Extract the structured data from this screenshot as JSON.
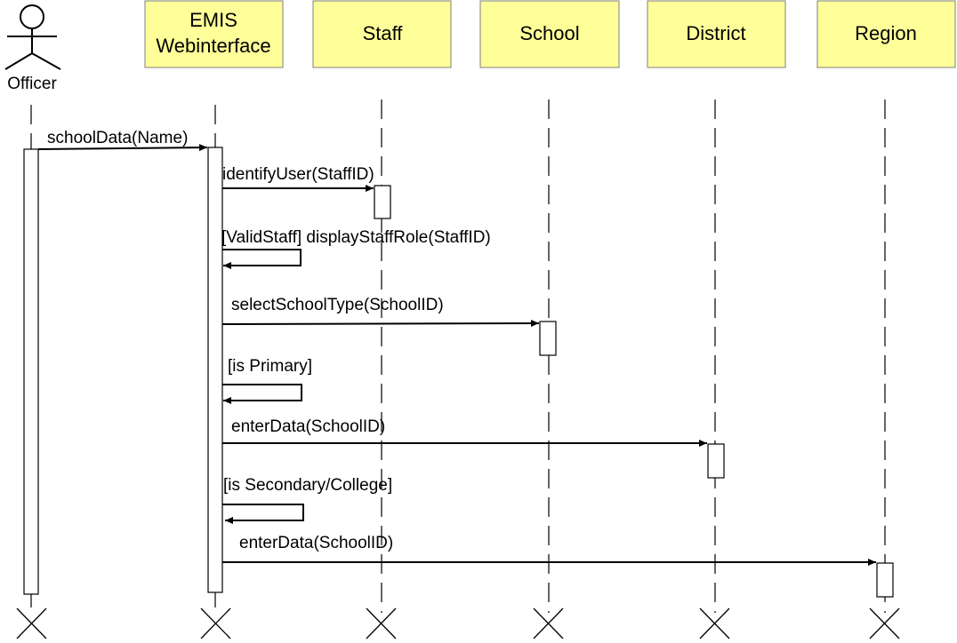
{
  "actor": {
    "label": "Officer"
  },
  "participants": [
    {
      "label_lines": [
        "EMIS",
        "Webinterface"
      ]
    },
    {
      "label_lines": [
        "Staff"
      ]
    },
    {
      "label_lines": [
        "School"
      ]
    },
    {
      "label_lines": [
        "District"
      ]
    },
    {
      "label_lines": [
        "Region"
      ]
    }
  ],
  "messages": [
    {
      "label": "schoolData(Name)",
      "from": "Officer",
      "to": "EMIS Webinterface"
    },
    {
      "label": "identifyUser(StaffID)",
      "from": "EMIS Webinterface",
      "to": "Staff"
    },
    {
      "label": "[ValidStaff] displayStaffRole(StaffID)",
      "from": "EMIS Webinterface",
      "to": "EMIS Webinterface"
    },
    {
      "label": "selectSchoolType(SchoolID)",
      "from": "EMIS Webinterface",
      "to": "School"
    },
    {
      "label": "[is Primary]",
      "from": "EMIS Webinterface",
      "to": "EMIS Webinterface"
    },
    {
      "label": "enterData(SchoolID)",
      "from": "EMIS Webinterface",
      "to": "District"
    },
    {
      "label": "[is Secondary/College]",
      "from": "EMIS Webinterface",
      "to": "EMIS Webinterface"
    },
    {
      "label": "enterData(SchoolID)",
      "from": "EMIS Webinterface",
      "to": "Region"
    }
  ],
  "colors": {
    "participant_fill": "#ffff99",
    "participant_border": "#7f7f7f",
    "line": "#000000"
  }
}
